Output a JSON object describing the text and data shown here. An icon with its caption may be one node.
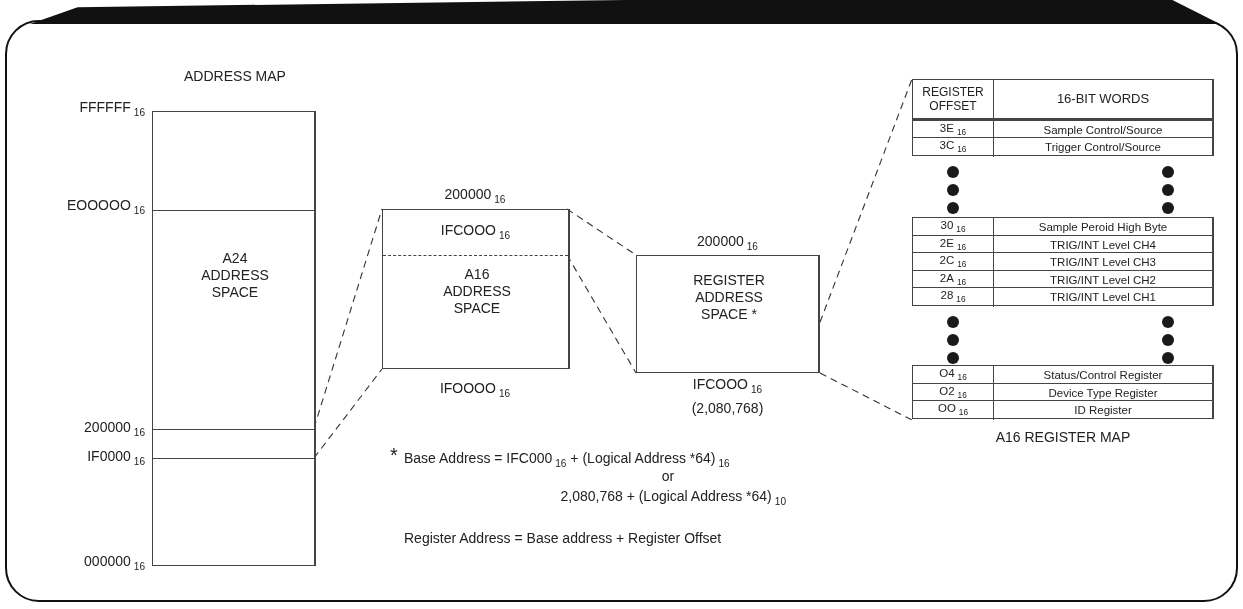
{
  "diagram": {
    "nodes": [
      {
        "text": [
          "ADDRESS MAP",
          "A24 ADDRESS SPACE"
        ]
      },
      {
        "text": [],
        "shape": "box",
        "in": 0
      },
      {
        "text": [
          "A16 ADDRESS SPACE"
        ]
      },
      {
        "text": [
          "IFCOOO$_{16}$"
        ],
        "in": 2
      },
      {
        "text": [
          "REGISTER ADDRESS SPACE *"
        ]
      },
      {
        "text": [
          "A16 REGISTER MAP"
        ]
      }
    ],
    "edges": [
      {
        "from": 1,
        "to": 2,
        "arrow": "none"
      },
      {
        "from": 1,
        "to": 2,
        "arrow": "none"
      },
      {
        "from": 3,
        "to": 4,
        "arrow": "none"
      },
      {
        "from": 3,
        "to": 4,
        "arrow": "none"
      },
      {
        "from": 4,
        "to": 5,
        "arrow": "none"
      },
      {
        "from": 4,
        "to": 5,
        "arrow": "none"
      }
    ],
    "labels": [
      "FFFFFF$_{16}$",
      "EOOOOO$_{16}$",
      "200000$_{16}$",
      "IF0000$_{16}$",
      "000000$_{16}$",
      "200000$_{16}$",
      "IFOOOO$_{16}$",
      "200000$_{16}$",
      "IFCOOO$_{16}$",
      "(2,080,768)",
      "REGISTER OFFSET",
      "16-BIT WORDS",
      "3E$_{16}$",
      "Sample Control/Source",
      "3C$_{16}$",
      "Trigger Control/Source",
      "30$_{16}$",
      "Sample Peroid High Byte",
      "2E$_{16}$",
      "TRIG/INT Level CH4",
      "2C$_{16}$",
      "TRIG/INT Level CH3",
      "2A$_{16}$",
      "TRIG/INT Level CH2",
      "28$_{16}$",
      "TRIG/INT Level CH1",
      "O4$_{16}$",
      "Status/Control Register",
      "O2$_{16}$",
      "Device Type Register",
      "OO$_{16}$",
      "ID Register",
      "*",
      "Base Address = IFC000$_{16}$ + (Logical Address *64)$_{16}$",
      "or",
      "2,080,768 + (Logical Address *64)$_{10}$",
      "Register Address = Base address + Register Offset"
    ]
  }
}
